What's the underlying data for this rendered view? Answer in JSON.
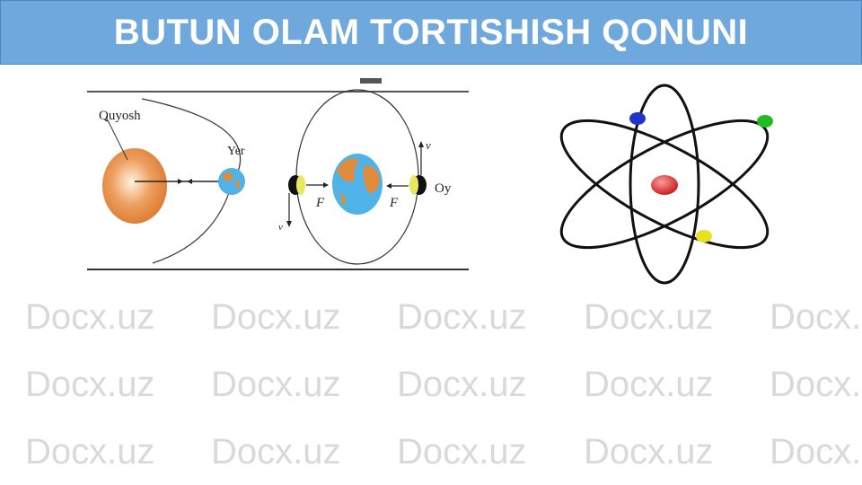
{
  "title": "BUTUN OLAM TORTISHISH QONUNI",
  "watermark": "Docx.uz",
  "diagram": {
    "sun_label": "Quyosh",
    "earth_label": "Yer",
    "moon_label": "Oy",
    "force_label": "F",
    "velocity_label": "v"
  },
  "colors": {
    "title_bar": "#6fa8dc",
    "sun": "#e8944a",
    "earth_water": "#4fb3e8",
    "nucleus": "#e03030"
  }
}
